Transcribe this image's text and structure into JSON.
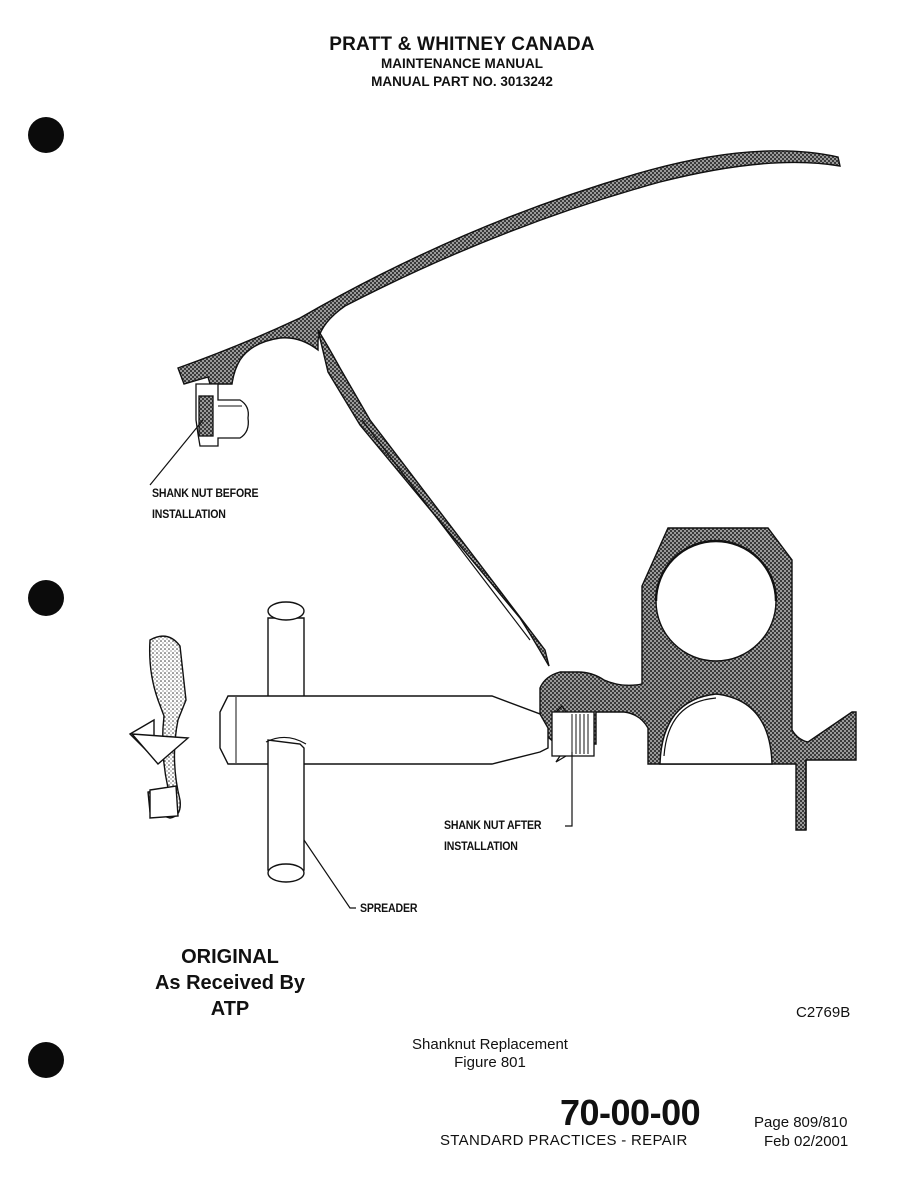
{
  "header": {
    "company": "PRATT & WHITNEY CANADA",
    "manual": "MAINTENANCE MANUAL",
    "part_no": "MANUAL PART NO. 3013242"
  },
  "figure": {
    "labels": {
      "nut_before": [
        "SHANK NUT BEFORE",
        "INSTALLATION"
      ],
      "nut_after": [
        "SHANK NUT AFTER",
        "INSTALLATION"
      ],
      "spreader": "SPREADER"
    },
    "stamp": [
      "ORIGINAL",
      "As Received By",
      "ATP"
    ],
    "figure_id": "C2769B",
    "caption": "Shanknut Replacement",
    "number": "Figure 801"
  },
  "footer": {
    "section": "70-00-00",
    "subtitle": "STANDARD PRACTICES - REPAIR",
    "page": "Page 809/810",
    "date": "Feb 02/2001"
  }
}
